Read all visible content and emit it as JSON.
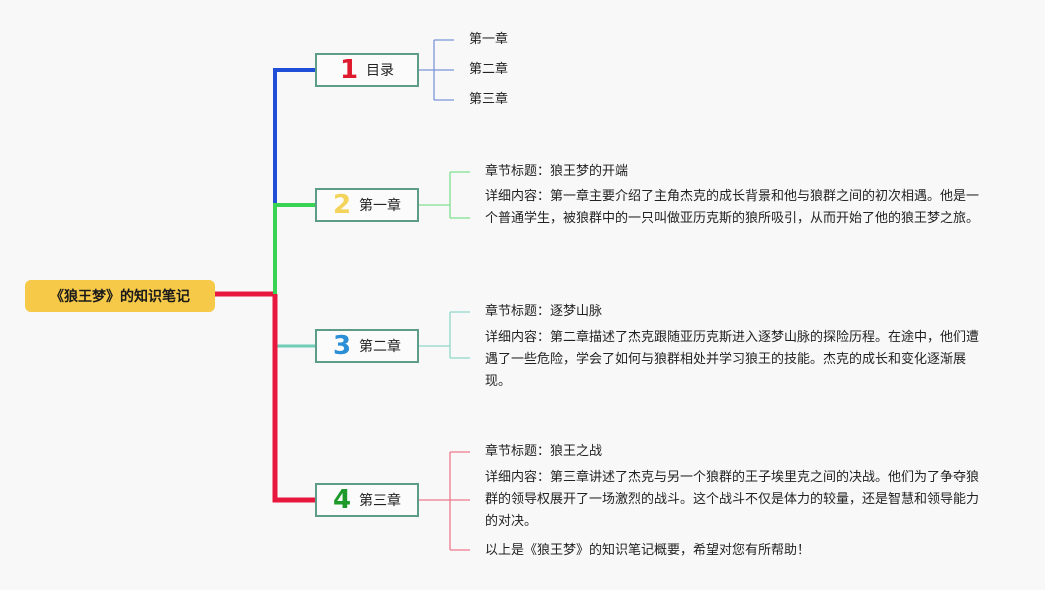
{
  "root": {
    "title": "《狼王梦》的知识笔记"
  },
  "branches": [
    {
      "number": "1",
      "label": "目录",
      "number_color": "#e01a2e",
      "line_color": "#1f4fd6",
      "children": [
        "第一章",
        "第二章",
        "第三章"
      ]
    },
    {
      "number": "2",
      "label": "第一章",
      "number_color": "#f3d35a",
      "line_color": "#38d254",
      "title": "章节标题：狼王梦的开端",
      "detail": "详细内容：第一章主要介绍了主角杰克的成长背景和他与狼群之间的初次相遇。他是一个普通学生，被狼群中的一只叫做亚历克斯的狼所吸引，从而开始了他的狼王梦之旅。"
    },
    {
      "number": "3",
      "label": "第二章",
      "number_color": "#2a8fd6",
      "line_color": "#6fcdb8",
      "title": "章节标题：逐梦山脉",
      "detail": "详细内容：第二章描述了杰克跟随亚历克斯进入逐梦山脉的探险历程。在途中，他们遭遇了一些危险，学会了如何与狼群相处并学习狼王的技能。杰克的成长和变化逐渐展现。"
    },
    {
      "number": "4",
      "label": "第三章",
      "number_color": "#1f9a2a",
      "line_color": "#e8173e",
      "title": "章节标题：狼王之战",
      "detail": "详细内容：第三章讲述了杰克与另一个狼群的王子埃里克之间的决战。他们为了争夺狼群的领导权展开了一场激烈的战斗。这个战斗不仅是体力的较量，还是智慧和领导能力的对决。",
      "summary": "以上是《狼王梦》的知识笔记概要，希望对您有所帮助！"
    }
  ]
}
